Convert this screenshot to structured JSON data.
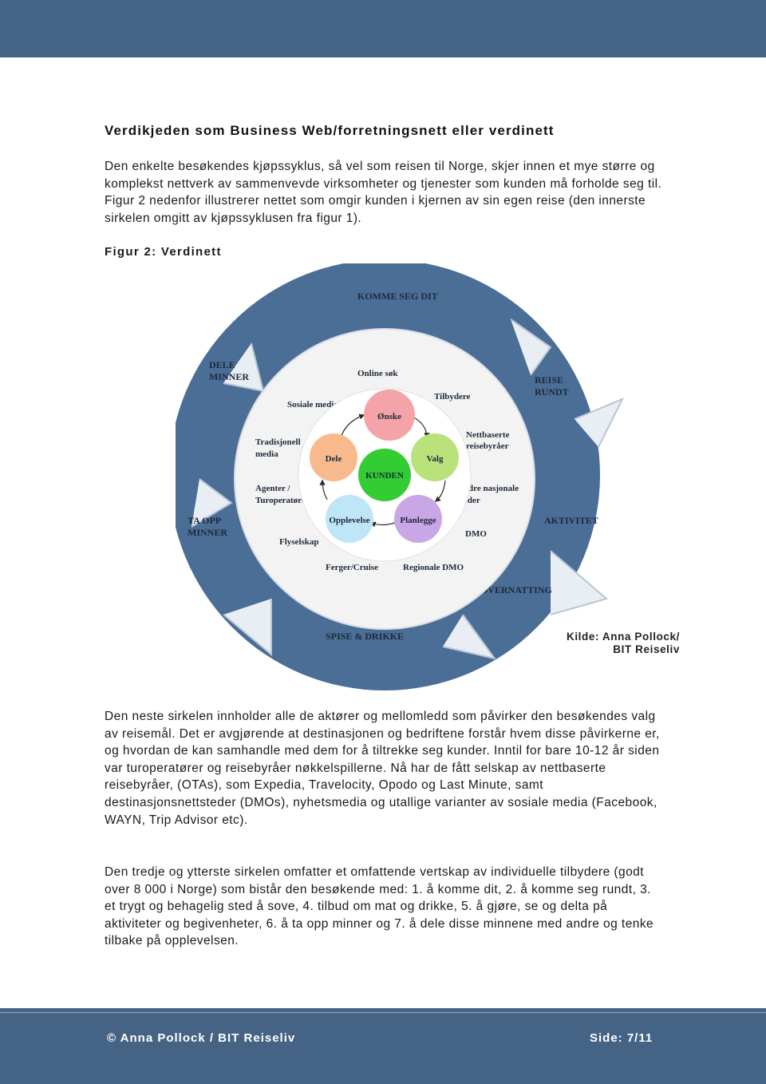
{
  "page": {
    "heading": "Verdikjeden som Business Web/forretningsnett eller verdinett",
    "intro": "Den enkelte besøkendes kjøpssyklus, så vel som reisen til Norge, skjer innen et mye større og komplekst nettverk av sammenvevde virksomheter og tjenester som kunden må forholde seg til. Figur 2 nedenfor illustrerer nettet som omgir kunden i kjernen av sin egen reise (den innerste sirkelen omgitt av kjøpssyklusen fra figur 1).",
    "figure_caption": "Figur 2: Verdinett",
    "source_line1": "Kilde: Anna Pollock/",
    "source_line2": "BIT Reiseliv",
    "para2": "Den neste sirkelen innholder alle de aktører og mellomledd som påvirker den besøkendes valg av reisemål. Det er avgjørende at destinasjonen og bedriftene forstår hvem disse påvirkerne er, og hvordan de kan samhandle med dem for å tiltrekke seg kunder. Inntil for bare 10-12 år siden var turoperatører og reisebyråer nøkkelspillerne. Nå har de fått selskap av nettbaserte reisebyråer, (OTAs), som Expedia, Travelocity, Opodo og Last Minute, samt destinasjonsnettsteder (DMOs), nyhetsmedia og utallige varianter av sosiale media (Facebook, WAYN, Trip Advisor etc).",
    "para3": "Den tredje og ytterste sirkelen omfatter et omfattende vertskap av individuelle tilbydere (godt over 8 000 i Norge) som bistår den besøkende med: 1. å komme dit, 2. å komme seg rundt, 3. et trygt og behagelig sted å sove, 4. tilbud om mat og drikke, 5. å gjøre, se og delta på aktiviteter og begivenheter, 6. å ta opp minner og 7. å dele disse minnene med andre og tenke tilbake på opplevelsen."
  },
  "diagram": {
    "outer": {
      "komme": "KOMME SEG DIT",
      "reise1": "REISE",
      "reise2": "RUNDT",
      "aktivitet": "AKTIVITET",
      "overnatting": "OVERNATTING",
      "spise": "SPISE & DRIKKE",
      "taopp1": "TA OPP",
      "taopp2": "MINNER",
      "dele1": "DELE",
      "dele2": "MINNER"
    },
    "middle": {
      "online": "Online søk",
      "tilbydere": "Tilbydere",
      "nett1": "Nettbaserte",
      "nett2": "reisebyråer",
      "andre1": "Andre nasjonale",
      "andre2": "steder",
      "dmo": "DMO",
      "regional": "Regionale DMO",
      "ferger": "Ferger/Cruise",
      "fly": "Flyselskap",
      "agenter1": "Agenter /",
      "agenter2": "Turoperatøre",
      "trad1": "Tradisjonell",
      "trad2": "media",
      "sosiale": "Sosiale media"
    },
    "inner": {
      "kunden": "KUNDEN",
      "onske": "Ønske",
      "valg": "Valg",
      "planlegge": "Planlegge",
      "opplevelse": "Opplevelse",
      "dele": "Dele"
    },
    "colors": {
      "outer_ring": "#4a6e96",
      "middle_ring": "#f3f3f3",
      "kunden": "#33cc33",
      "onske": "#f4a3a8",
      "valg": "#b9e27a",
      "planlegge": "#c9a6e6",
      "opplevelse": "#bfe6f7",
      "dele": "#f8b98d"
    }
  },
  "footer": {
    "left": "© Anna Pollock / BIT Reiseliv",
    "right": "Side: 7/11"
  }
}
